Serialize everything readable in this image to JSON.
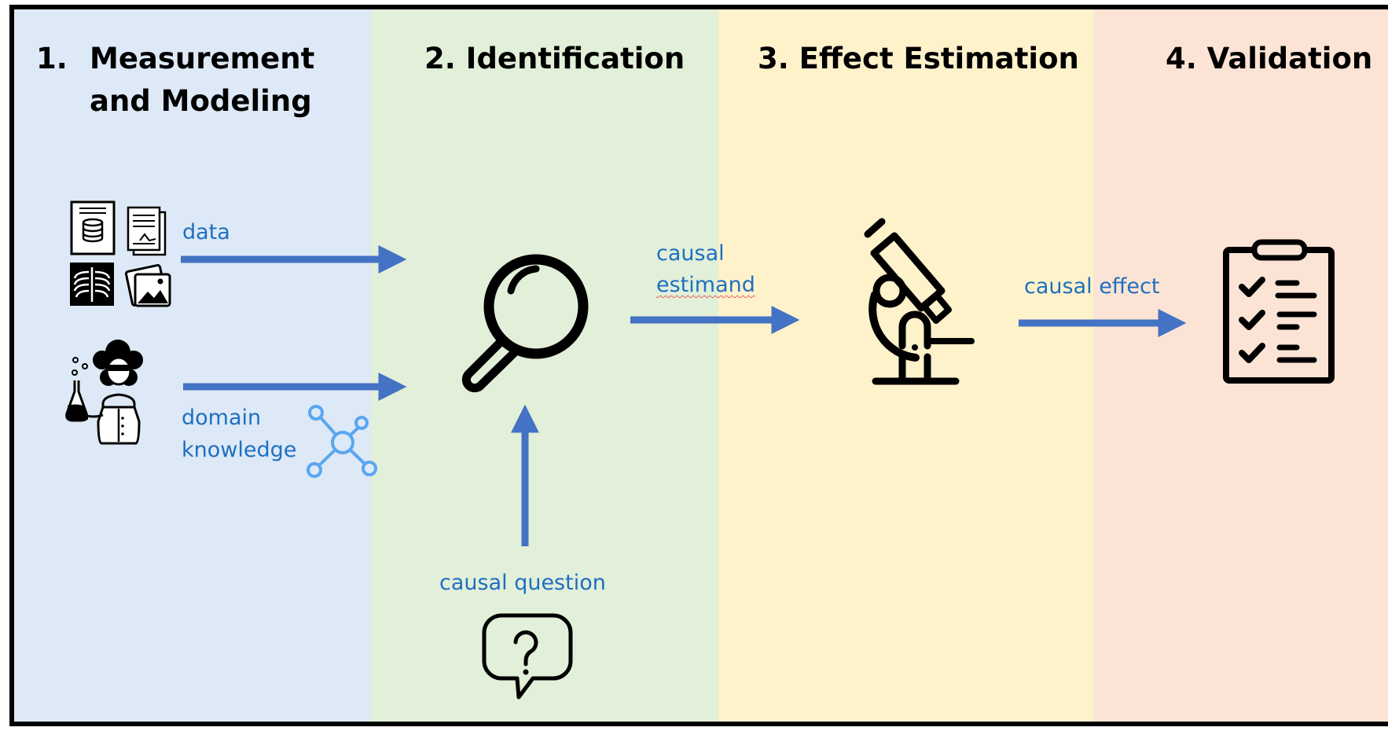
{
  "stages": [
    {
      "number": "1.",
      "title_line1": "Measurement",
      "title_line2": "and Modeling",
      "bg": "#dde9f6"
    },
    {
      "title": "2. Identification",
      "bg": "#e2efd9"
    },
    {
      "title": "3. Effect Estimation",
      "bg": "#fef2cb"
    },
    {
      "title": "4. Validation",
      "bg": "#fbe4d5"
    }
  ],
  "labels": {
    "data": "data",
    "domain_line1": "domain",
    "domain_line2": "knowledge",
    "causal_question": "causal question",
    "estimand_line1": "causal",
    "estimand_line2": "estimand",
    "causal_effect": "causal effect"
  },
  "icons": [
    "database-icon",
    "document-icon",
    "xray-icon",
    "image-icon",
    "scientist-icon",
    "knowledge-graph-icon",
    "magnifier-icon",
    "question-bubble-icon",
    "microscope-icon",
    "checklist-icon"
  ],
  "colors": {
    "arrow": "#4472c4",
    "label": "#1f6fc0",
    "graph": "#5aa6f0"
  }
}
